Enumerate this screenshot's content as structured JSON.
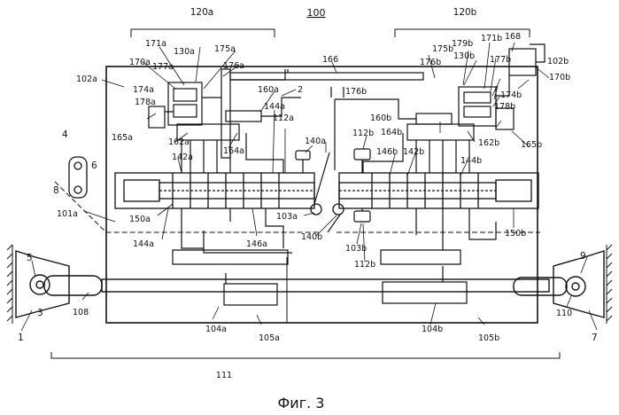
{
  "figure": {
    "title": "100",
    "caption": "Фиг. 3"
  },
  "labels": {
    "l_1": "1",
    "l_3": "3",
    "l_4": "4",
    "l_5": "5",
    "l_6": "6",
    "l_7": "7",
    "l_8": "8",
    "l_9": "9",
    "l_2": "2",
    "l_101a": "101a",
    "l_102a": "102a",
    "l_102b": "102b",
    "l_103a": "103a",
    "l_103b": "103b",
    "l_104a": "104a",
    "l_104b": "104b",
    "l_105a": "105a",
    "l_105b": "105b",
    "l_108": "108",
    "l_110": "110",
    "l_111": "111",
    "l_112a": "112a",
    "l_112b_top": "112b",
    "l_112b_bottom": "112b",
    "l_120a": "120a",
    "l_120b": "120b",
    "l_130a": "130a",
    "l_130b": "130b",
    "l_140a": "140a",
    "l_140b": "140b",
    "l_142a": "142a",
    "l_142b": "142b",
    "l_144a_top": "144a",
    "l_144a_bottom": "144a",
    "l_144b": "144b",
    "l_146a": "146a",
    "l_146b": "146b",
    "l_150a": "150a",
    "l_150b": "150b",
    "l_160a": "160a",
    "l_160b": "160b",
    "l_162a": "162a",
    "l_162b": "162b",
    "l_164a": "164a",
    "l_164b": "164b",
    "l_165a": "165a",
    "l_165b": "165b",
    "l_166": "166",
    "l_168": "168",
    "l_170a": "170a",
    "l_170b": "170b",
    "l_171a": "171a",
    "l_171b": "171b",
    "l_174a": "174a",
    "l_174b": "174b",
    "l_175a": "175a",
    "l_175b": "175b",
    "l_176a": "176a",
    "l_176b_top": "176b",
    "l_176b_mid": "176b",
    "l_177a": "177a",
    "l_177b": "177b",
    "l_178a": "178a",
    "l_178b": "178b",
    "l_179b": "179b"
  }
}
